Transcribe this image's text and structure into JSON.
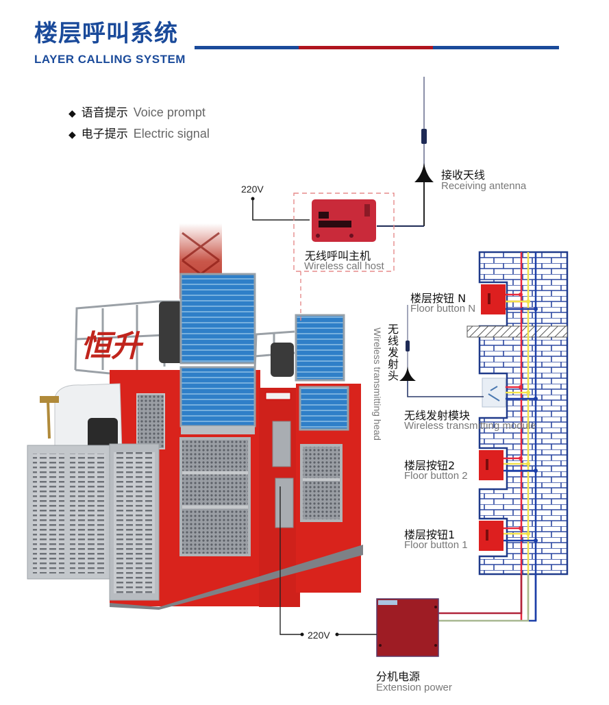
{
  "header": {
    "title_cn": "楼层呼叫系统",
    "title_en": "LAYER CALLING SYSTEM",
    "rule_colors": [
      "#1a4a9a",
      "#b0141e",
      "#1a4a9a"
    ]
  },
  "features": [
    {
      "cn": "语音提示",
      "en": "Voice prompt",
      "icon": "diamond-bullet-icon"
    },
    {
      "cn": "电子提示",
      "en": "Electric signal",
      "icon": "diamond-bullet-icon"
    }
  ],
  "components": {
    "receiving_antenna": {
      "cn": "接收天线",
      "en": "Receiving antenna"
    },
    "call_host": {
      "cn": "无线呼叫主机",
      "en": "Wireless call host"
    },
    "transmitting_head": {
      "cn": "无线发射头",
      "en": "Wireless transmitting head"
    },
    "transmitting_module": {
      "cn": "无线发射模块",
      "en": "Wireless transmitting module"
    },
    "floor_button_n": {
      "cn": "楼层按钮 N",
      "en": "Floor button N"
    },
    "floor_button_2": {
      "cn": "楼层按钮2",
      "en": "Floor button 2"
    },
    "floor_button_1": {
      "cn": "楼层按钮1",
      "en": "Floor button 1"
    },
    "extension_power": {
      "cn": "分机电源",
      "en": "Extension power"
    }
  },
  "power": {
    "host_voltage": "220V",
    "extension_voltage": "220V"
  },
  "hoist": {
    "brand_text": "恒升"
  },
  "colors": {
    "brand_blue": "#1a4a9a",
    "accent_red": "#b0141e",
    "device_red": "#d4202a",
    "wire_red": "#e8283c",
    "wire_yellow": "#f2e24a",
    "wire_blue": "#1c3fa8",
    "wall_line": "#1f3a8a"
  }
}
